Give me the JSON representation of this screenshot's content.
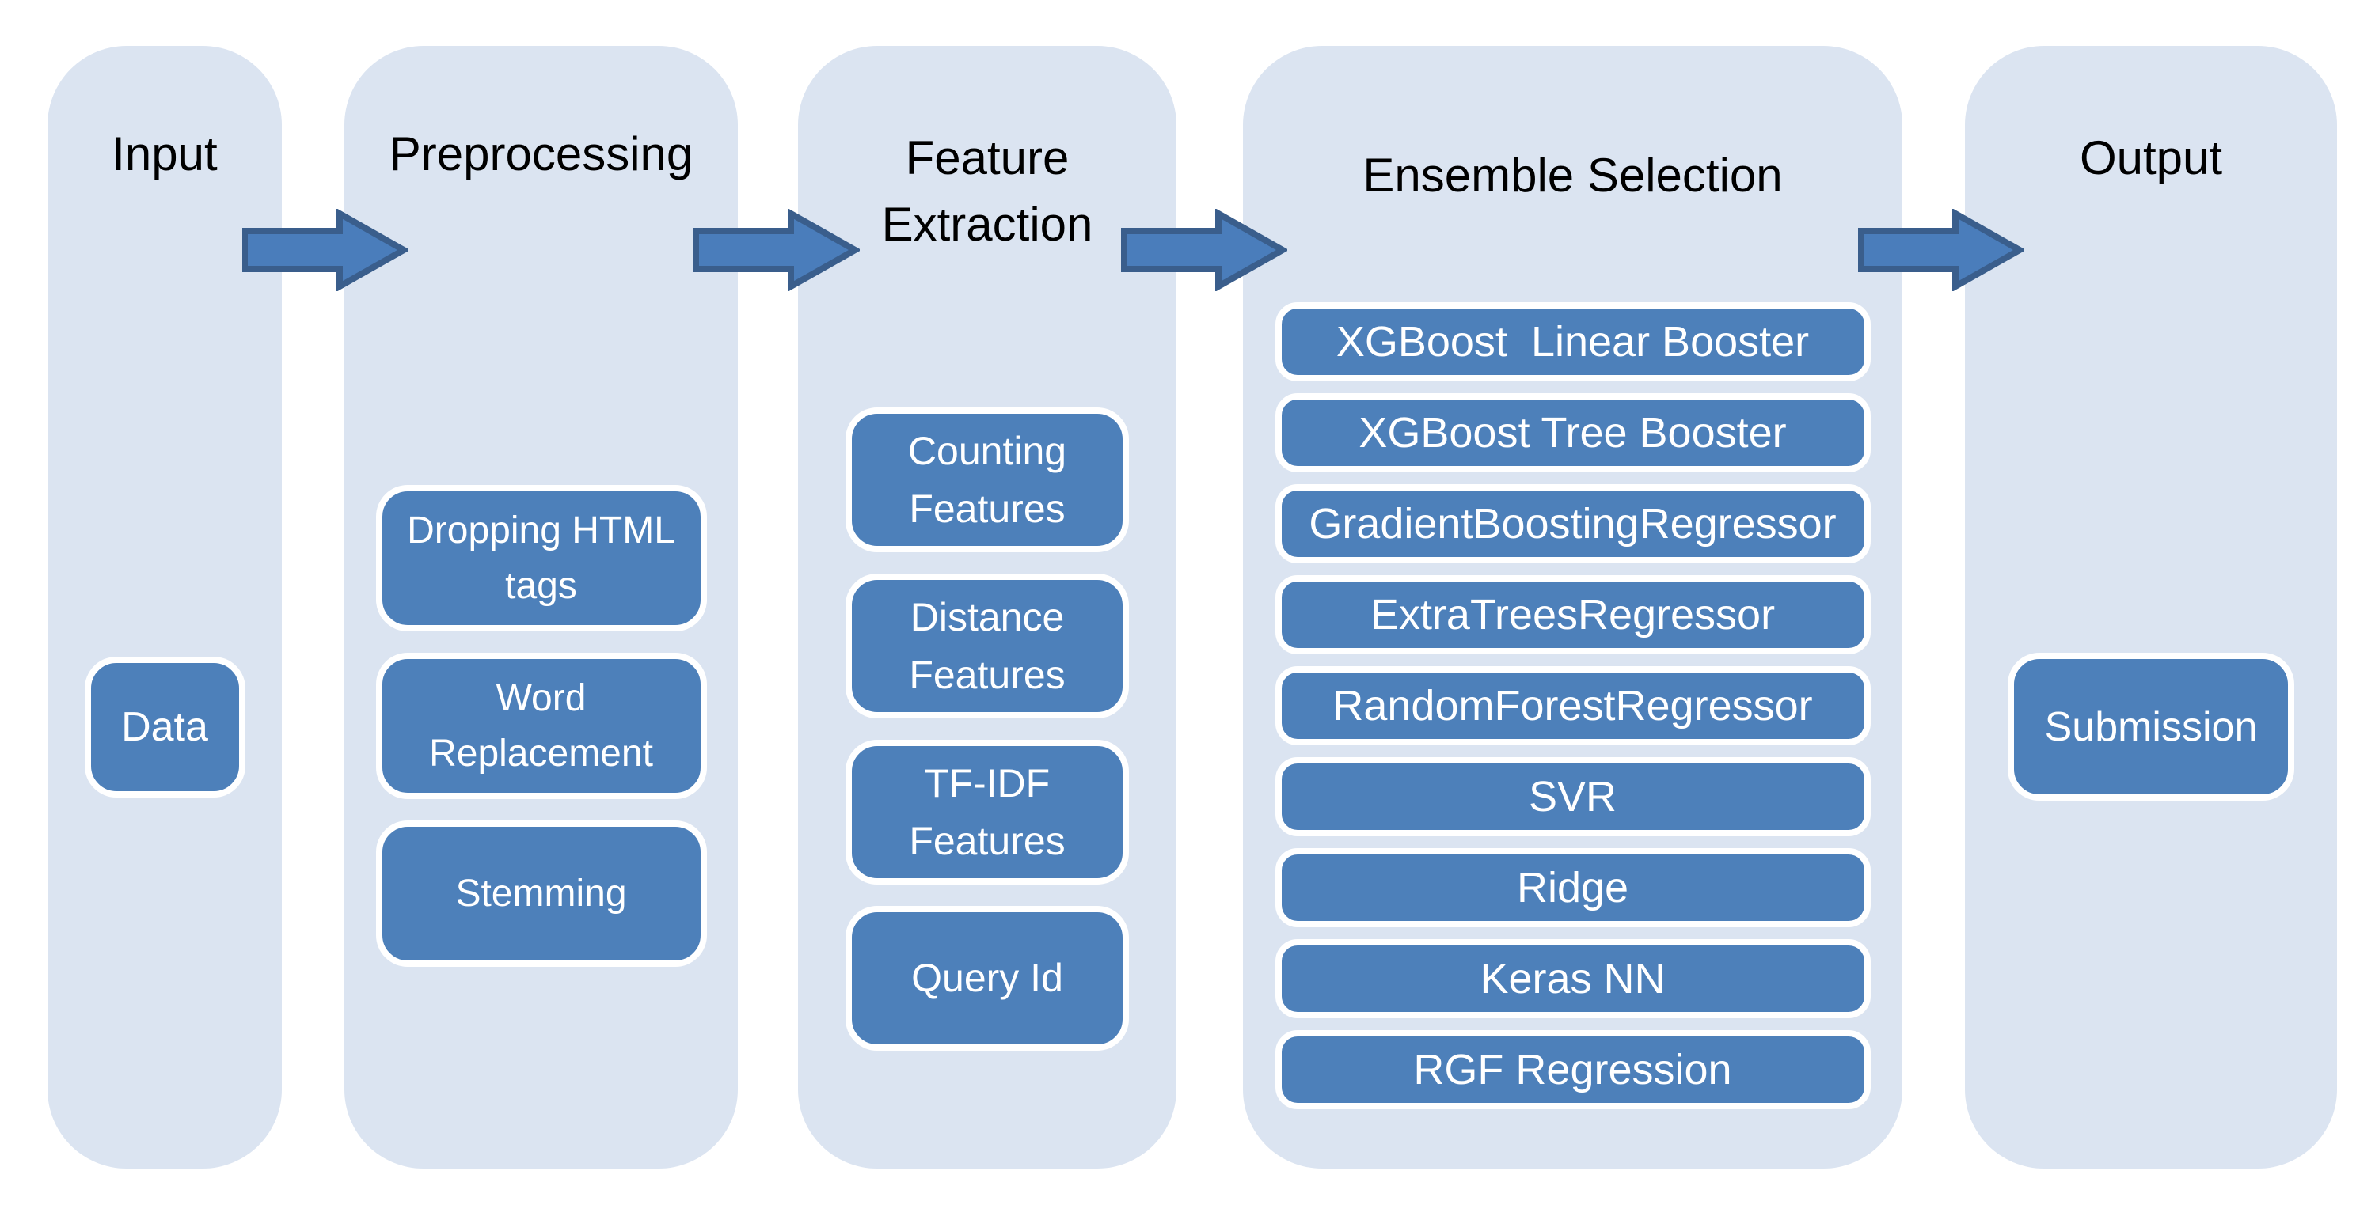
{
  "diagram": {
    "type": "pipeline-flowchart",
    "columns": [
      {
        "id": "input",
        "title": "Input",
        "items": [
          "Data"
        ]
      },
      {
        "id": "preprocessing",
        "title": "Preprocessing",
        "items": [
          "Dropping HTML tags",
          "Word Replacement",
          "Stemming"
        ]
      },
      {
        "id": "feature-extraction",
        "title": "Feature Extraction",
        "items": [
          "Counting Features",
          "Distance Features",
          "TF-IDF Features",
          "Query Id"
        ]
      },
      {
        "id": "ensemble-selection",
        "title": "Ensemble Selection",
        "items": [
          "XGBoost  Linear Booster",
          "XGBoost Tree Booster",
          "GradientBoostingRegressor",
          "ExtraTreesRegressor",
          "RandomForestRegressor",
          "SVR",
          "Ridge",
          "Keras NN",
          "RGF Regression"
        ]
      },
      {
        "id": "output",
        "title": "Output",
        "items": [
          "Submission"
        ]
      }
    ],
    "arrows": [
      {
        "from": "Input",
        "to": "Preprocessing"
      },
      {
        "from": "Preprocessing",
        "to": "Feature Extraction"
      },
      {
        "from": "Feature Extraction",
        "to": "Ensemble Selection"
      },
      {
        "from": "Ensemble Selection",
        "to": "Output"
      }
    ],
    "colors": {
      "page_bg": "#ffffff",
      "column_bg": "#dbe4f1",
      "node_fill": "#4d80ba",
      "node_border": "#ffffff",
      "node_text": "#ffffff",
      "arrow_fill": "#4a7dbb",
      "arrow_stroke": "#3a5e8c",
      "title_color": "#000000"
    }
  }
}
